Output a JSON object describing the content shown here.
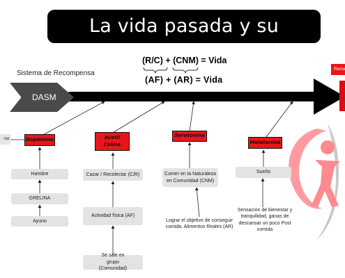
{
  "title": "La vida pasada y su alimentacion",
  "subtitle": "Sistema de Recompensa",
  "equations": {
    "line1": "(R/C) + (CNM) = Vida",
    "line2": "(AF) + (AR) = Vida"
  },
  "timeline": {
    "start_label": "DASM",
    "end_box_label": "Recompensa"
  },
  "cut_off_left_label": "nar",
  "columns": [
    {
      "header": "Dopamina",
      "chain": [
        "Hambre",
        "GRELINA",
        "Ayuno"
      ]
    },
    {
      "header": "Acetil Colina",
      "chain": [
        "Cazar / Recolectar (C/R)",
        "Actividad física (AF)",
        "Se sale en grupo (Comunidad)"
      ]
    },
    {
      "header": "Serotonina",
      "chain": [
        "Comer en la Naturaleza en Comunidad (CNM)",
        "Lograr el objetivo de conseguir comida. Alimentos Reales (AR)"
      ]
    },
    {
      "header": "Melatonina",
      "chain": [
        "Sueño",
        "Sensacion de bienestar y tranquilidad, ganas de descansar un poco Post comida"
      ]
    }
  ],
  "colors": {
    "accent_red": "#e8161b",
    "box_gray": "#e3e3e3",
    "arrow_black": "#000000",
    "chevron_gray": "#4a4a4a",
    "logo_red": "#ff8a8f"
  },
  "icons": [
    "person-logo-icon"
  ]
}
